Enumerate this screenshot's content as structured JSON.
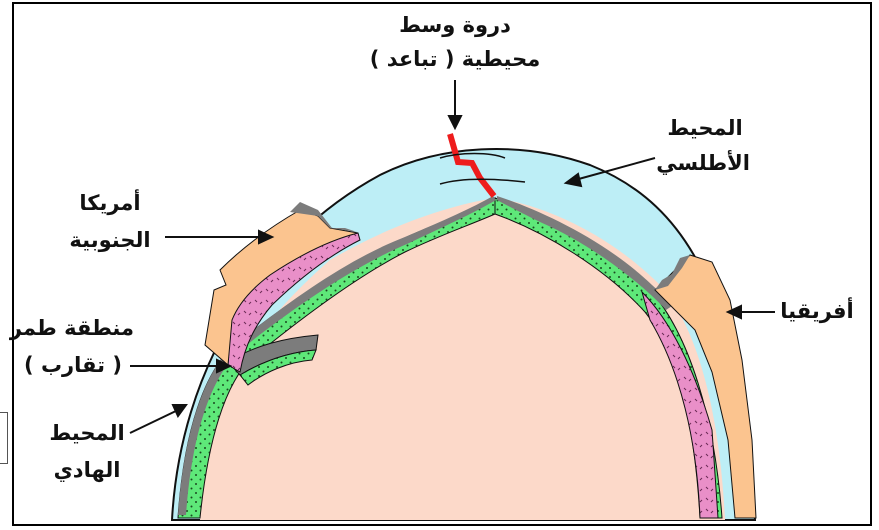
{
  "labels": {
    "ridge_line1": "دروة وسط",
    "ridge_line2": "محيطية ( تباعد )",
    "atlantic_line1": "المحيط",
    "atlantic_line2": "الأطلسي",
    "south_america_line1": "أمريكا",
    "south_america_line2": "الجنوبية",
    "africa": "أفريقيا",
    "subduction_line1": "منطقة طمر",
    "subduction_line2": "( تقارب )",
    "pacific_line1": "المحيط",
    "pacific_line2": "الهادي"
  },
  "colors": {
    "ocean": "#bdeef6",
    "mantle": "#fcd9c9",
    "crust_band": "#5ee879",
    "lithosphere_band": "#e98fc8",
    "continent": "#fbc48f",
    "sediment": "#7c7c7c",
    "ridge": "#ee1c1c",
    "outline": "#111111"
  }
}
